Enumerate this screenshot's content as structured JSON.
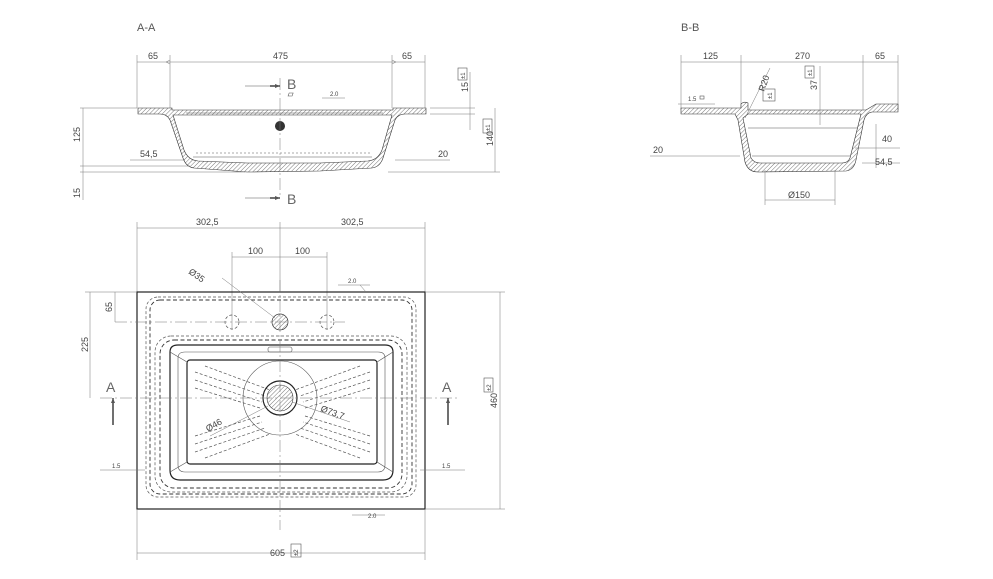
{
  "sections": {
    "aa": {
      "title": "A-A",
      "dims": {
        "left_margin": "65",
        "width": "475",
        "right_margin": "65",
        "rim": "15",
        "depth": "125",
        "total": "140",
        "offset": "54,5",
        "inset": "20",
        "bottom": "15"
      },
      "cut_label": "B",
      "flatness": "2.0",
      "tol": "±1"
    },
    "bb": {
      "title": "B-B",
      "dims": {
        "left": "125",
        "width": "270",
        "right": "65",
        "radius": "R20",
        "depth": "37",
        "inset": "20",
        "right_height": "40",
        "offset": "54,5",
        "drain": "Ø150"
      },
      "flatness": "1.5",
      "tol": "±1"
    }
  },
  "plan": {
    "dims": {
      "half_left": "302,5",
      "half_right": "302,5",
      "hole_left": "100",
      "hole_right": "100",
      "tap_offset": "65",
      "bowl_offset": "225",
      "depth": "460",
      "width": "605",
      "tap_hole": "Ø35",
      "drain_inner": "Ø46",
      "drain_outer": "Ø73,7"
    },
    "section_label": "A",
    "flatness_top": "2.0",
    "flatness_side": "1.5",
    "flatness_bottom": "2.0",
    "tol": "±1",
    "tol2": "±2"
  }
}
